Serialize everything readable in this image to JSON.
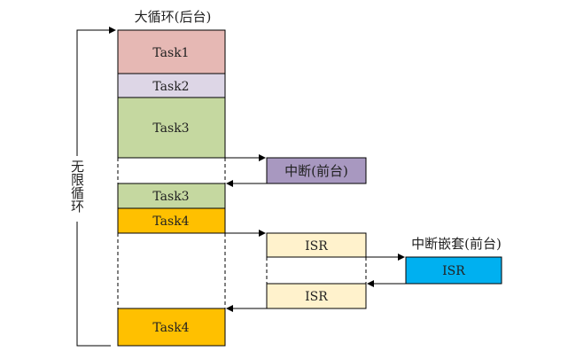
{
  "background_label": "大循环(后台)",
  "loop_label": "无限循环",
  "interrupt_label": "中断(前台)",
  "nested_label": "中断嵌套(前台)",
  "tasks": [
    {
      "label": "Task1",
      "color": "#e6b8b4"
    },
    {
      "label": "Task2",
      "color": "#ddd6e6"
    },
    {
      "label": "Task3",
      "color": "#c5d8a0"
    },
    {
      "label": "Task3",
      "color": "#c5d8a0"
    },
    {
      "label": "Task4",
      "color": "#ffc000"
    },
    {
      "label": "Task4",
      "color": "#ffc000"
    }
  ],
  "interrupt_color": "#a898c0",
  "isr": [
    {
      "label": "ISR",
      "color": "#fff2cc"
    },
    {
      "label": "ISR",
      "color": "#00b0f0"
    },
    {
      "label": "ISR",
      "color": "#fff2cc"
    }
  ]
}
